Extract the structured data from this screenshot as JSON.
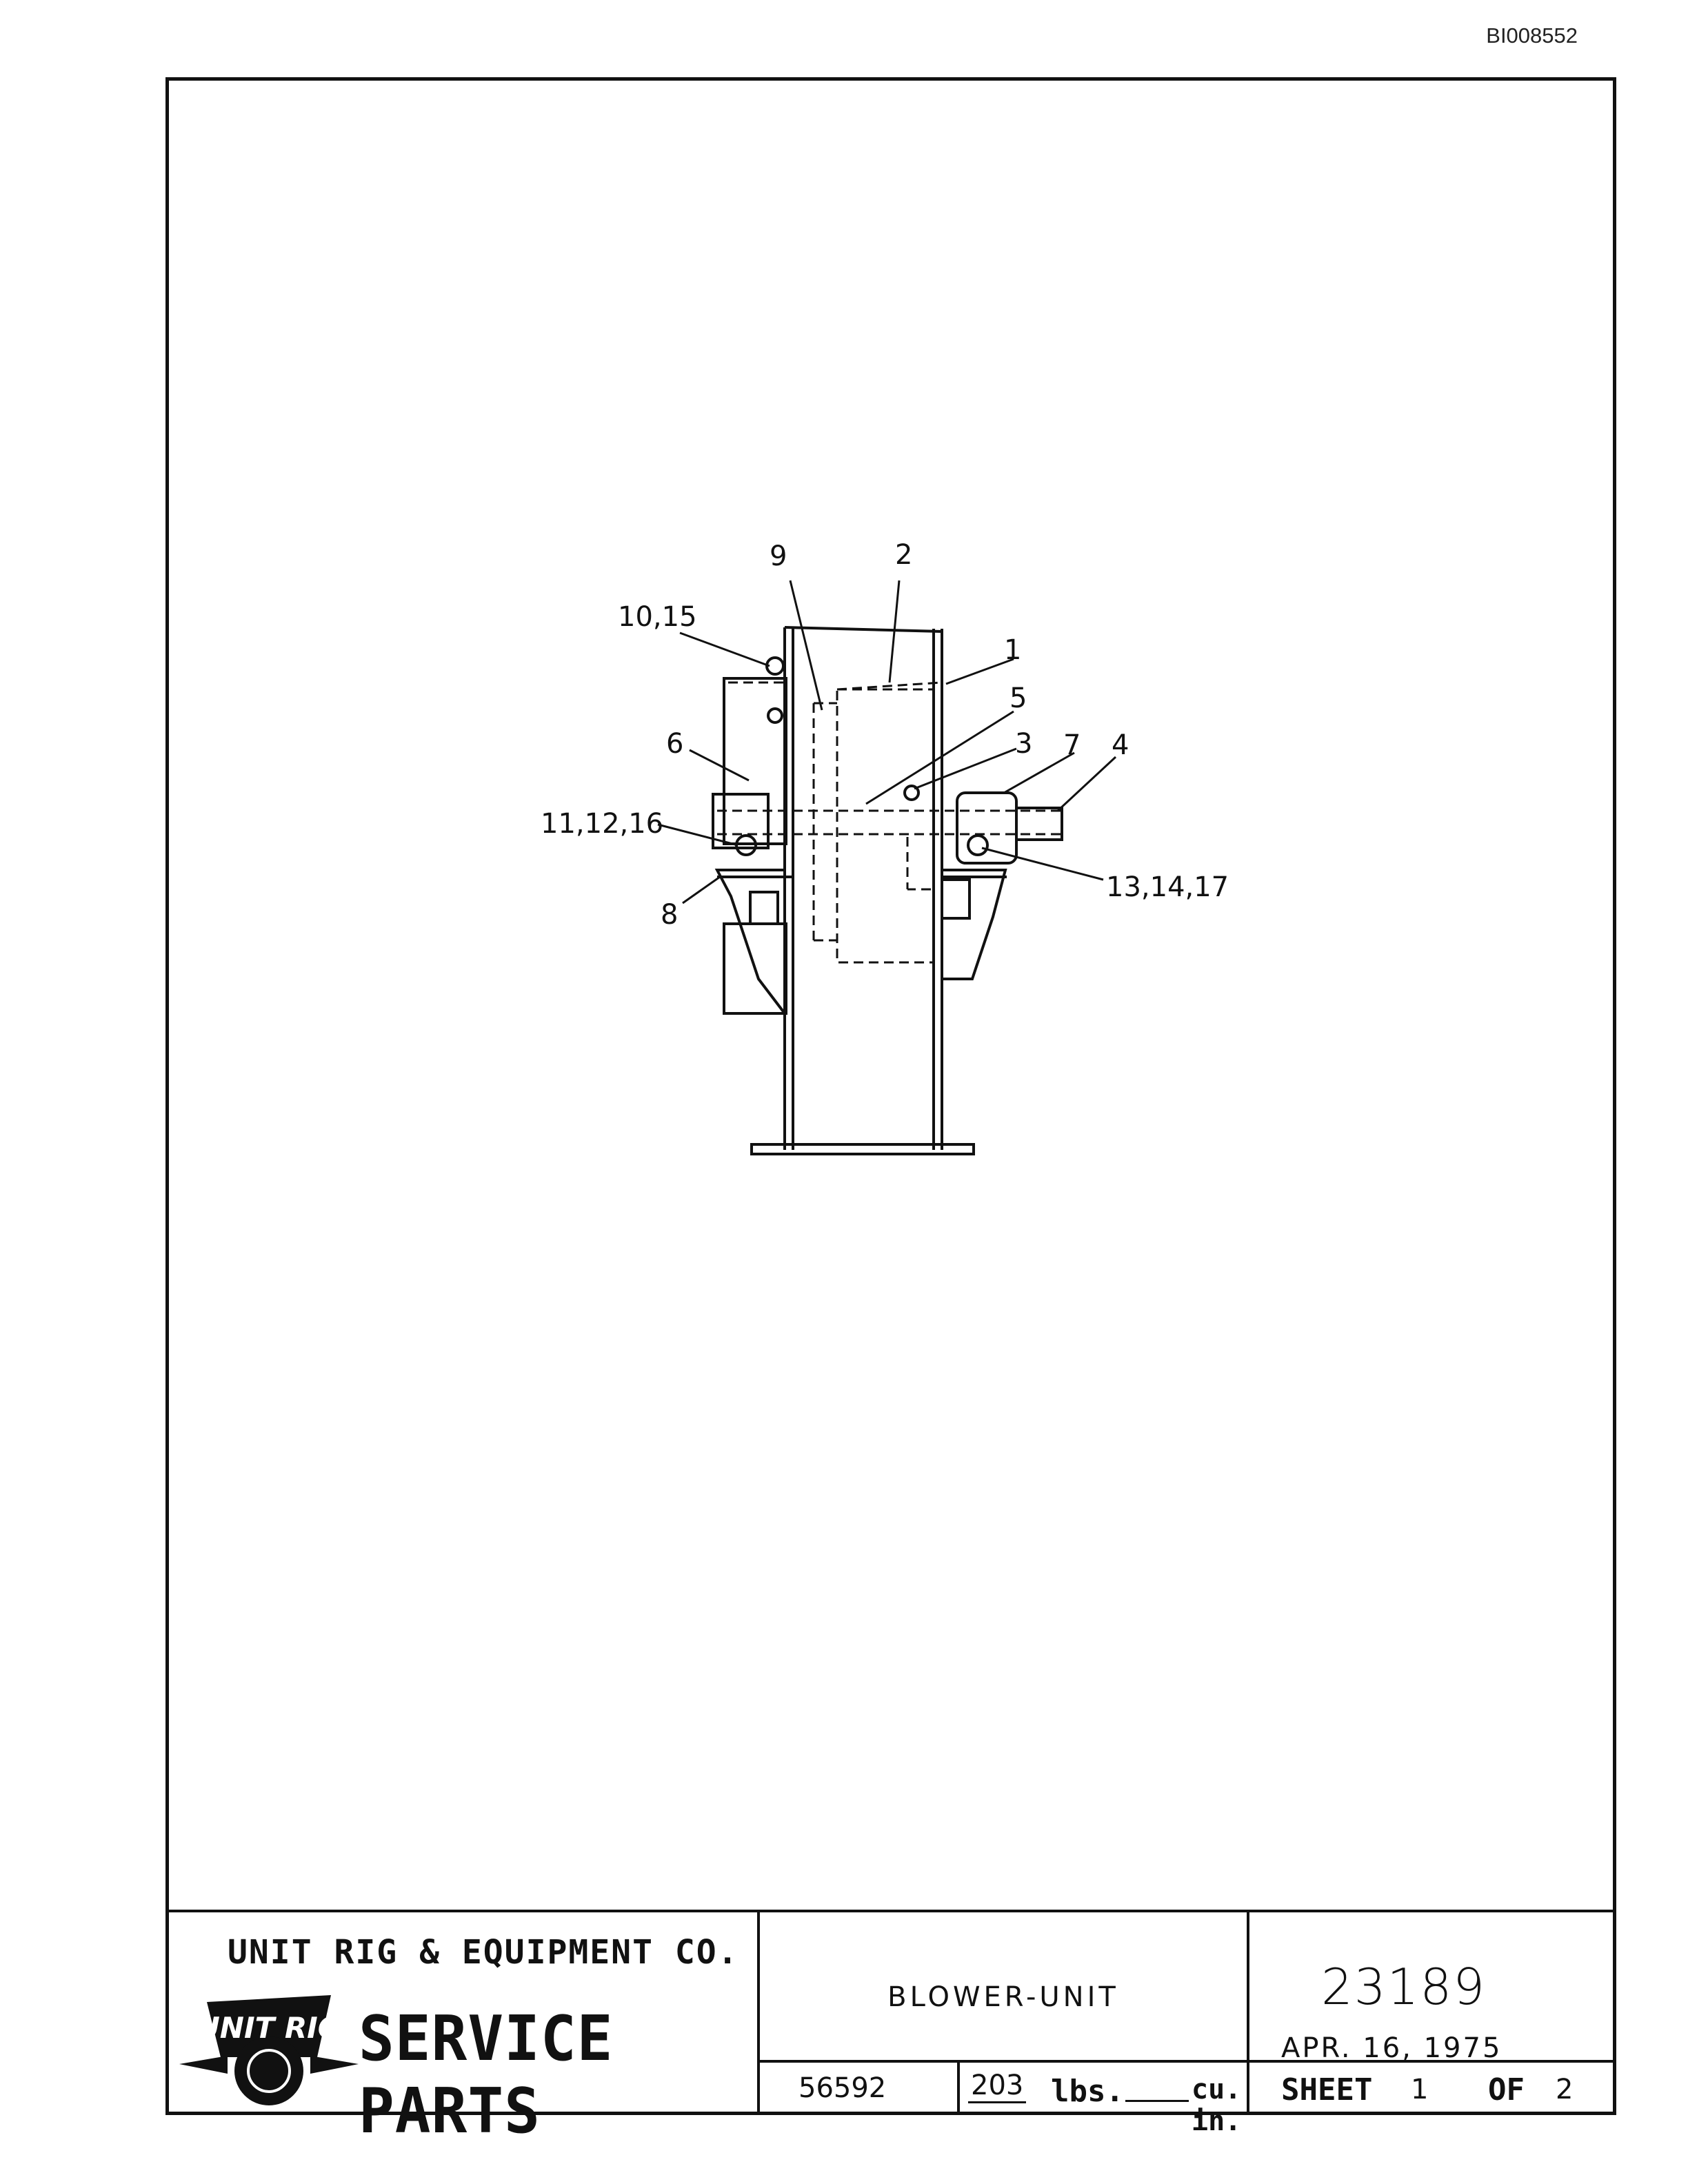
{
  "header": {
    "document_id": "BI008552"
  },
  "callouts": {
    "c1": "1",
    "c2": "2",
    "c3": "3",
    "c4": "4",
    "c5": "5",
    "c6": "6",
    "c7": "7",
    "c8": "8",
    "c9": "9",
    "c10_15": "10,15",
    "c11_12_16": "11,12,16",
    "c13_14_17": "13,14,17"
  },
  "title_block": {
    "company": "UNIT RIG & EQUIPMENT CO.",
    "logo_text": "UNIT RIG",
    "service": "SERVICE PARTS",
    "part_name": "BLOWER-UNIT",
    "drawing_number": "23189",
    "date": "APR. 16, 1975",
    "code": "56592",
    "weight_value": "203",
    "weight_unit": "lbs.",
    "volume_unit": "cu. in.",
    "sheet_label": "SHEET",
    "sheet_number": "1",
    "of_label": "OF",
    "sheet_total": "2"
  }
}
